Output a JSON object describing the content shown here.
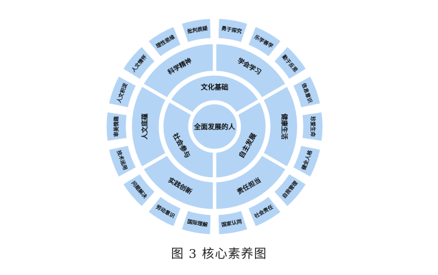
{
  "center": {
    "label": "全面发展的人"
  },
  "foundations": [
    {
      "label": "文化基础"
    },
    {
      "label": "自主发展"
    },
    {
      "label": "社会参与"
    }
  ],
  "literacies": [
    {
      "label": "科学精神"
    },
    {
      "label": "学会学习"
    },
    {
      "label": "健康生活"
    },
    {
      "label": "责任担当"
    },
    {
      "label": "实践创新"
    },
    {
      "label": "人文底蕴"
    }
  ],
  "points": [
    {
      "label": "勇于探究"
    },
    {
      "label": "乐学善学"
    },
    {
      "label": "勤于反思"
    },
    {
      "label": "信息意识"
    },
    {
      "label": "珍爱生命"
    },
    {
      "label": "健全人格"
    },
    {
      "label": "自我管理"
    },
    {
      "label": "社会责任"
    },
    {
      "label": "国家认同"
    },
    {
      "label": "国际理解"
    },
    {
      "label": "劳动意识"
    },
    {
      "label": "问题解决"
    },
    {
      "label": "技术运用"
    },
    {
      "label": "审美情趣"
    },
    {
      "label": "人文积淀"
    },
    {
      "label": "人文情怀"
    },
    {
      "label": "理性思维"
    },
    {
      "label": "批判质疑"
    }
  ],
  "caption": "图 3 核心素养图",
  "colors": {
    "segment_fill": "#b3d4f5",
    "separator": "#ffffff",
    "text": "#111111"
  }
}
